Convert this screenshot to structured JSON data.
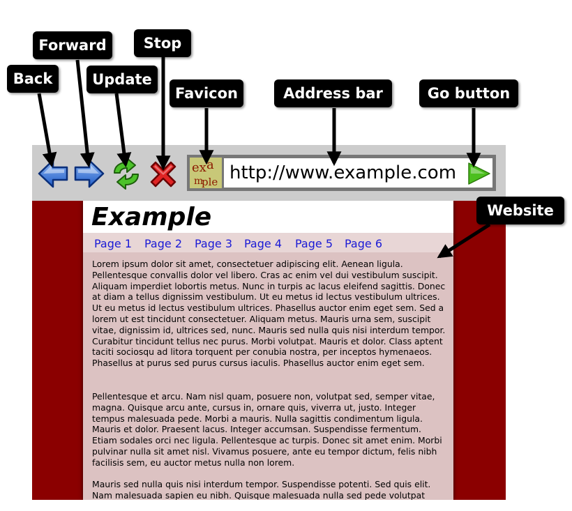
{
  "callouts": {
    "back": "Back",
    "forward": "Forward",
    "update": "Update",
    "stop": "Stop",
    "favicon": "Favicon",
    "address_bar": "Address bar",
    "go_button": "Go button",
    "website": "Website"
  },
  "toolbar": {
    "favicon_text": [
      "ex",
      "a",
      "m",
      "ple"
    ],
    "url": "http://www.example.com",
    "icons": [
      "back-arrow-icon",
      "forward-arrow-icon",
      "refresh-icon",
      "stop-icon",
      "go-triangle-icon"
    ]
  },
  "website": {
    "title": "Example",
    "nav": [
      "Page 1",
      "Page 2",
      "Page 3",
      "Page 4",
      "Page 5",
      "Page 6"
    ],
    "paragraphs": [
      "Lorem ipsum dolor sit amet, consectetuer adipiscing elit. Aenean ligula. Pellentesque convallis dolor vel libero. Cras ac enim vel dui vestibulum suscipit. Aliquam imperdiet lobortis metus. Nunc in turpis ac lacus eleifend sagittis. Donec at diam a tellus dignissim vestibulum. Ut eu metus id lectus vestibulum ultrices. Ut eu metus id lectus vestibulum ultrices. Phasellus auctor enim eget sem. Sed a lorem ut est tincidunt consectetuer. Aliquam metus. Mauris urna sem, suscipit vitae, dignissim id, ultrices sed, nunc. Mauris sed nulla quis nisi interdum tempor. Curabitur tincidunt tellus nec purus. Morbi volutpat. Mauris et dolor. Class aptent taciti sociosqu ad litora torquent per conubia nostra, per inceptos hymenaeos. Phasellus at purus sed purus cursus iaculis. Phasellus auctor enim eget sem.",
      "Pellentesque et arcu. Nam nisl quam, posuere non, volutpat sed, semper vitae, magna. Quisque arcu ante, cursus in, ornare quis, viverra ut, justo. Integer tempus malesuada pede. Morbi a mauris. Nulla sagittis condimentum ligula. Mauris et dolor. Praesent lacus. Integer accumsan. Suspendisse fermentum. Etiam sodales orci nec ligula. Pellentesque ac turpis. Donec sit amet enim. Morbi pulvinar nulla sit amet nisl. Vivamus posuere, ante eu tempor dictum, felis nibh facilisis sem, eu auctor metus nulla non lorem.",
      "Mauris sed nulla quis nisi interdum tempor. Suspendisse potenti. Sed quis elit. Nam malesuada sapien eu nibh. Quisque malesuada nulla sed pede volutpat"
    ]
  },
  "colors": {
    "toolbar_bg": "#cccccc",
    "content_bg": "#8b0000",
    "page_bg": "#dcc2c2",
    "nav_link": "#1a1ad6",
    "callout_bg": "#000000",
    "back_forward": "#2f6fd8",
    "refresh": "#3bab1f",
    "stop": "#d42020",
    "go": "#49b81e"
  }
}
